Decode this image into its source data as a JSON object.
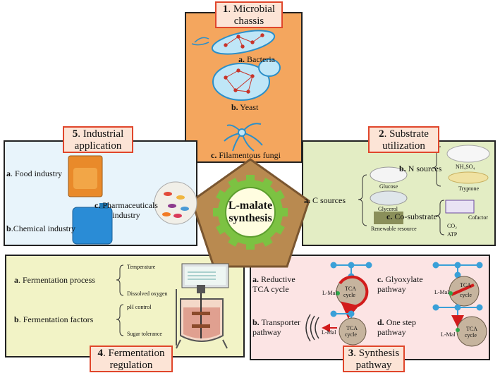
{
  "center": {
    "line1": "L-malate",
    "line2": "synthesis"
  },
  "panel1": {
    "title_num": "1",
    "title_text": ". Microbial",
    "title_line2": "chassis",
    "items": [
      {
        "letter": "a.",
        "label": "Bacteria"
      },
      {
        "letter": "b.",
        "label": "Yeast"
      },
      {
        "letter": "c.",
        "label": "Filamentous fungi"
      }
    ]
  },
  "panel2": {
    "title_num": "2",
    "title_text": ". Substrate",
    "title_line2": "utilization",
    "c_letter": "a.",
    "c_label": "C sources",
    "c_items": [
      "Glucose",
      "Glycerol",
      "Renewable resource"
    ],
    "n_letter": "b.",
    "n_label": "N sources",
    "n_items": [
      "NH₄SO₄",
      "Tryptone"
    ],
    "co_letter": "c.",
    "co_label": "Co-substrate",
    "co_items": [
      "Cofactor",
      "CO₂",
      "ATP"
    ]
  },
  "panel3": {
    "title_num": "3",
    "title_text": ". Synthesis",
    "title_line2": "pathway",
    "a_letter": "a.",
    "a_label1": "Reductive",
    "a_label2": "TCA cycle",
    "b_letter": "b.",
    "b_label1": "Transporter",
    "b_label2": "pathway",
    "c_letter": "c.",
    "c_label1": "Glyoxylate",
    "c_label2": "pathway",
    "d_letter": "d.",
    "d_label1": "One step",
    "d_label2": "pathway",
    "lmal": "L-Mal",
    "tca1": "TCA",
    "tca2": "cycle"
  },
  "panel4": {
    "title_num": "4",
    "title_text": ". Fermentation",
    "title_line2": "regulation",
    "a_letter": "a",
    "a_label": ". Fermentation process",
    "a_items": [
      "Temperature",
      "Dissolved oxygen"
    ],
    "b_letter": "b",
    "b_label": ". Fermentation factors",
    "b_items": [
      "pH control",
      "Sugar tolerance"
    ]
  },
  "panel5": {
    "title_num": "5",
    "title_text": ". Industrial",
    "title_line2": "application",
    "a_letter": "a",
    "a_label": ". Food industry",
    "b_letter": "b",
    "b_label": ".Chemical industry",
    "c_letter": "c.",
    "c_label1": "Pharmaceuticals",
    "c_label2": "industry"
  },
  "colors": {
    "panel1_bg": "#f4a65e",
    "panel2_bg": "#e3edc4",
    "panel3_bg": "#fce4e4",
    "panel4_bg": "#f2f3c6",
    "panel5_bg": "#e8f4fb",
    "title_border": "#e0462b",
    "pentagon": "#b98a50",
    "gear": "#7cc242",
    "tca_fill": "#c6b49e",
    "arrow_red": "#d21c1c"
  }
}
